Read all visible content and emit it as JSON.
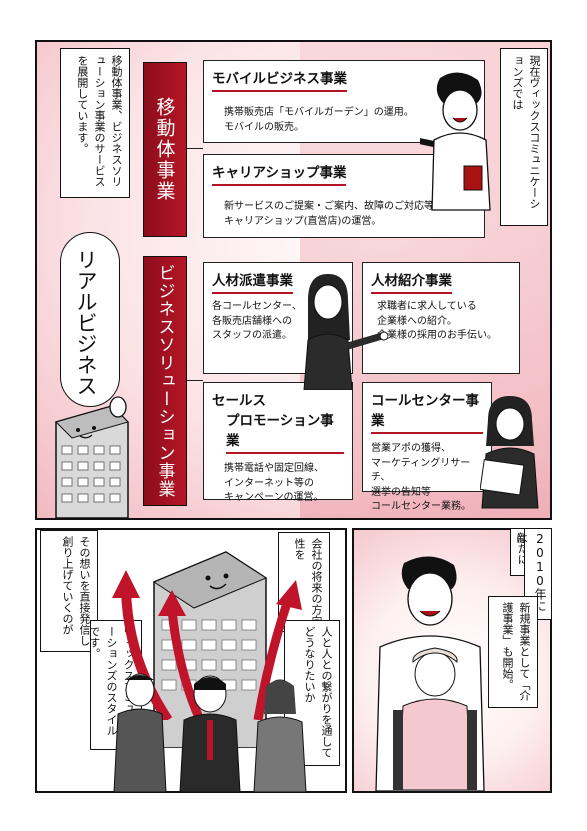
{
  "panel1": {
    "left_caption": "移動体事業、ビジネスソリューション事業のサービスを展開しています。",
    "right_caption": "現在ヴィックスコミュニケーションズでは",
    "real_business": "リアルビジネス",
    "mobile_division": "移動体事業",
    "business_solution_division": "ビジネスソリューション事業",
    "boxes": {
      "mobile_business": {
        "title": "モバイルビジネス事業",
        "desc1": "携帯販売店「モバイルガーデン」の運用。",
        "desc2": "モバイルの販売。"
      },
      "carrier_shop": {
        "title": "キャリアショップ事業",
        "desc1": "新サービスのご提案・ご案内、故障のご対応等",
        "desc2": "キャリアショップ(直営店)の運営。"
      },
      "staffing": {
        "title": "人材派遣事業",
        "desc1": "各コールセンター、",
        "desc2": "各販売店舗様への",
        "desc3": "スタッフの派遣。"
      },
      "recruiting": {
        "title": "人材紹介事業",
        "desc1": "求職者に求人している",
        "desc2": "企業様への紹介。",
        "desc3": "企業様の採用のお手伝い。"
      },
      "sales_promotion": {
        "title1": "セールス",
        "title2": "プロモーション事業",
        "desc1": "携帯電話や固定回線、",
        "desc2": "インターネット等の",
        "desc3": "キャンペーンの運営。"
      },
      "call_center": {
        "title": "コールセンター事業",
        "desc1": "営業アポの獲得、",
        "desc2": "マーケティングリサーチ、",
        "desc3": "選挙の告知等",
        "desc4": "コールセンター業務。"
      }
    }
  },
  "panel2": {
    "bubble_left": "その想いを直接発信し創り上げていくのが",
    "bubble_style": "ヴィックスコミュニケーションズのスタイルです。",
    "bubble_future": "会社の将来の方向性を",
    "bubble_people": "人と人との繋がりを通してどうなりたいか"
  },
  "panel3": {
    "caption_small": "新たに",
    "caption_year": "2010年には",
    "caption_new": "新規事業として「介護事業」も開始。"
  },
  "colors": {
    "accent_red": "#b51626",
    "dark_red": "#8c0d1c",
    "pink": "#f1b9c0"
  }
}
